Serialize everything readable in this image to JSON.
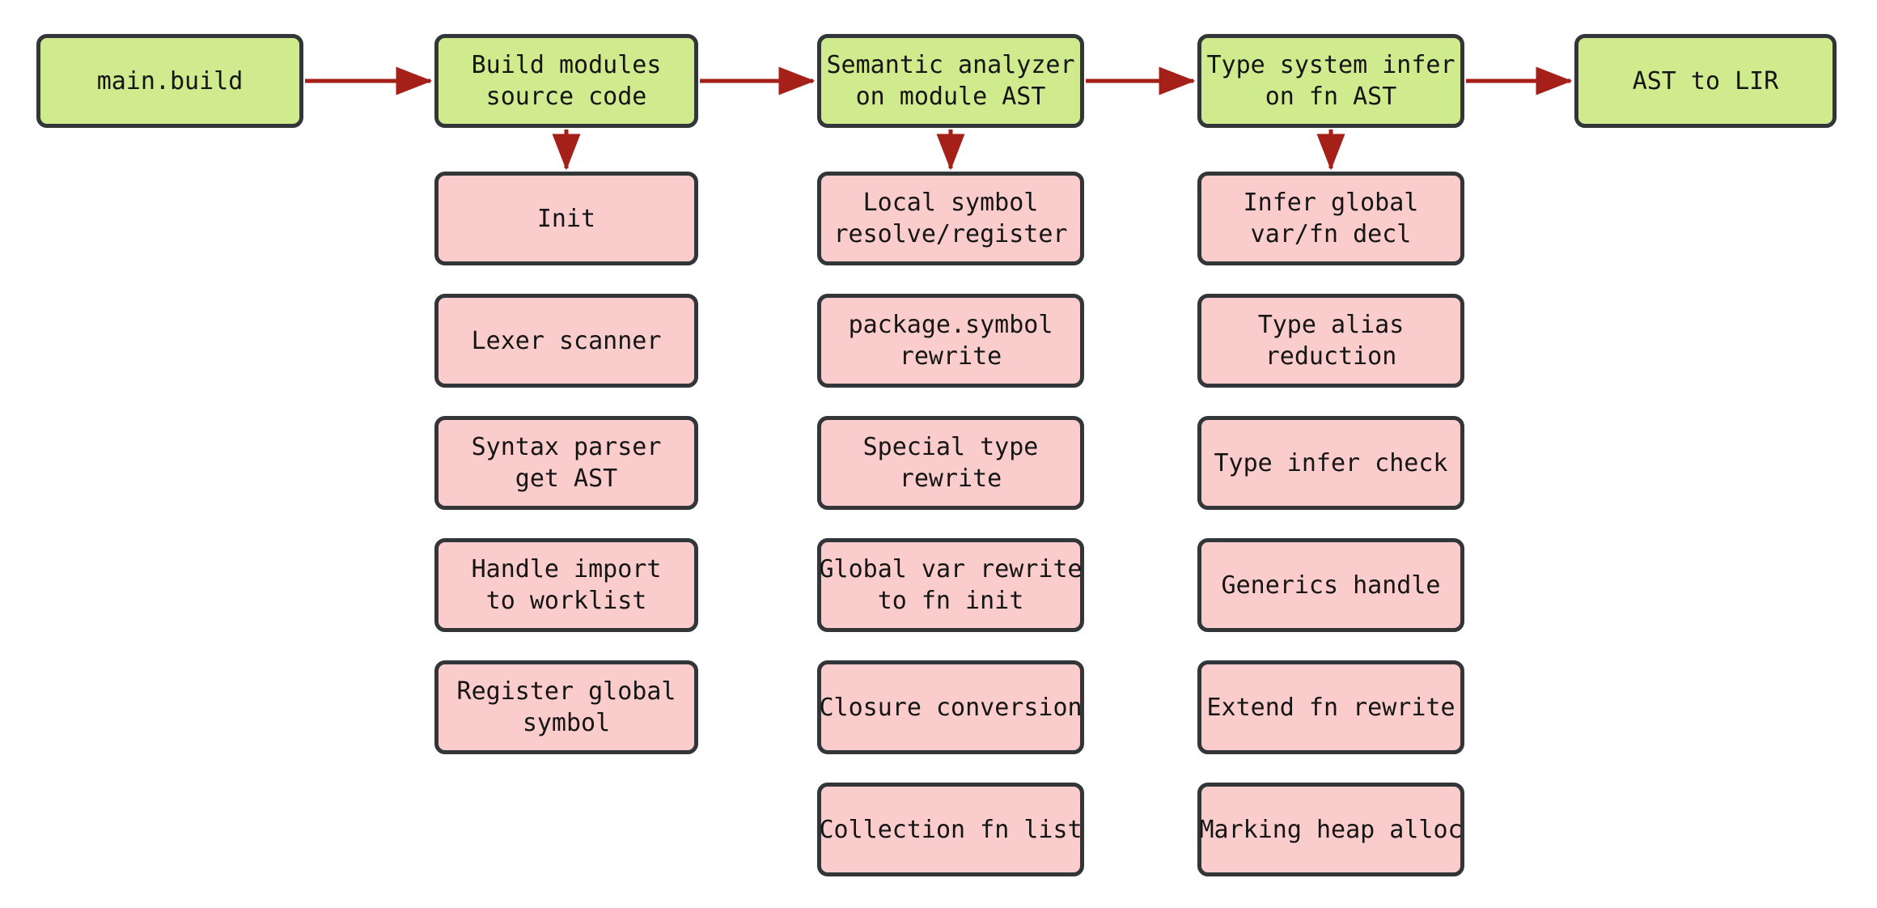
{
  "diagram": {
    "title": "Compiler pipeline flowchart",
    "colors": {
      "stage_fill": "#cfeb8d",
      "step_fill": "#fbcccc",
      "node_border": "#333639",
      "edge": "#a52019",
      "background": "#ffffff",
      "text": "#151515"
    },
    "columns": [
      {
        "id": "col-main-build",
        "stage": {
          "label": "main.build"
        },
        "steps": []
      },
      {
        "id": "col-build-modules",
        "stage": {
          "label": "Build modules\nsource code"
        },
        "steps": [
          {
            "label": "Init"
          },
          {
            "label": "Lexer scanner"
          },
          {
            "label": "Syntax parser\nget AST"
          },
          {
            "label": "Handle import\nto worklist"
          },
          {
            "label": "Register global\nsymbol"
          }
        ]
      },
      {
        "id": "col-semantic-analyzer",
        "stage": {
          "label": "Semantic analyzer\non module AST"
        },
        "steps": [
          {
            "label": "Local symbol\nresolve/register"
          },
          {
            "label": "package.symbol\nrewrite"
          },
          {
            "label": "Special type\nrewrite"
          },
          {
            "label": "Global var rewrite\nto fn init"
          },
          {
            "label": "Closure conversion"
          },
          {
            "label": "Collection fn list"
          }
        ]
      },
      {
        "id": "col-type-system",
        "stage": {
          "label": "Type system infer\non fn AST"
        },
        "steps": [
          {
            "label": "Infer global\nvar/fn decl"
          },
          {
            "label": "Type alias\nreduction"
          },
          {
            "label": "Type infer check"
          },
          {
            "label": "Generics handle"
          },
          {
            "label": "Extend fn rewrite"
          },
          {
            "label": "Marking heap alloc"
          }
        ]
      },
      {
        "id": "col-ast-to-lir",
        "stage": {
          "label": "AST to LIR"
        },
        "steps": []
      }
    ],
    "edges": {
      "horizontal": [
        {
          "from": "main.build",
          "to": "Build modules source code"
        },
        {
          "from": "Build modules source code",
          "to": "Semantic analyzer on module AST"
        },
        {
          "from": "Semantic analyzer on module AST",
          "to": "Type system infer on fn AST"
        },
        {
          "from": "Type system infer on fn AST",
          "to": "AST to LIR"
        }
      ],
      "vertical": [
        {
          "from": "Build modules source code",
          "to": "Init"
        },
        {
          "from": "Semantic analyzer on module AST",
          "to": "Local symbol resolve/register"
        },
        {
          "from": "Type system infer on fn AST",
          "to": "Infer global var/fn decl"
        }
      ]
    }
  }
}
